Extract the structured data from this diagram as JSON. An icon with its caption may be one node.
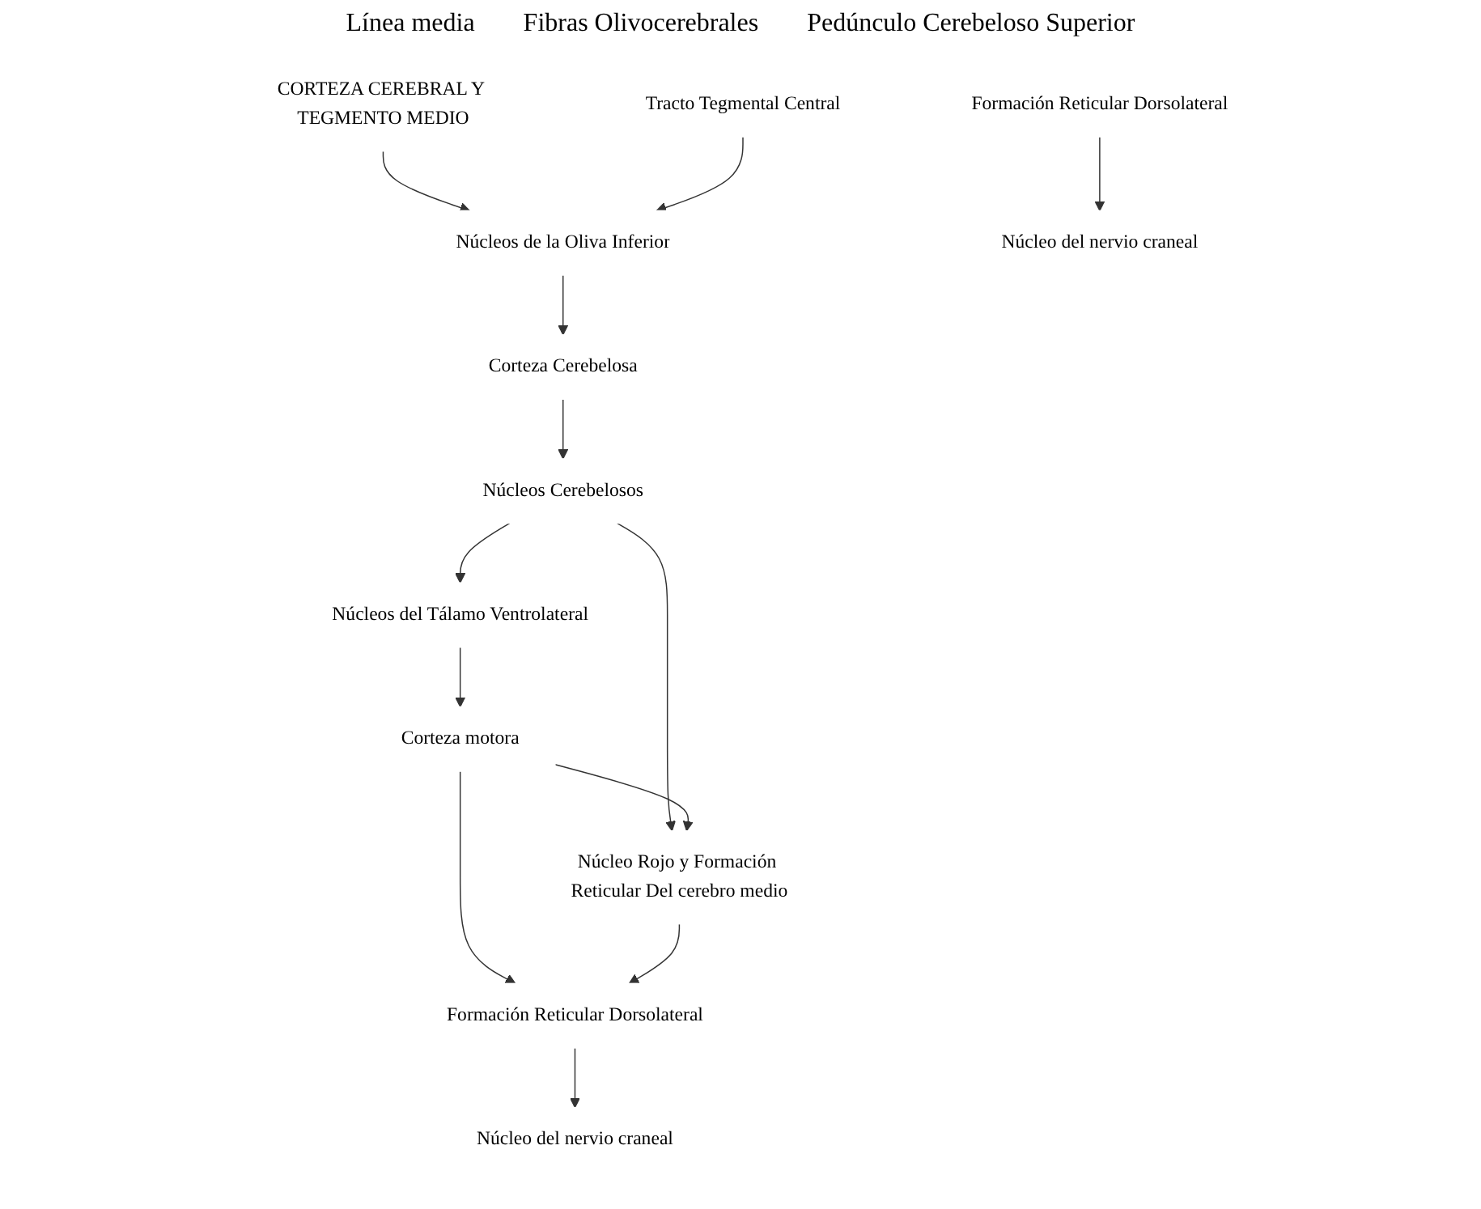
{
  "diagram": {
    "nodes": [
      {
        "text": [
          "CORTEZA CEREBRAL Y TEGMENTO MEDIO"
        ]
      },
      {
        "text": [
          "Corteza Cerebelosa"
        ]
      },
      {
        "text": [
          "Núcleos de la Oliva Inferior"
        ]
      },
      {
        "text": [
          "Tracto Tegmental Central"
        ]
      },
      {
        "text": [
          "Núcleos del Tálamo Ventrolateral"
        ]
      },
      {
        "text": [
          "Núcleos Cerebelosos"
        ]
      },
      {
        "text": [
          "Núcleo Rojo y Formación Reticular Del cerebro medio"
        ]
      },
      {
        "text": [
          "Corteza motora"
        ]
      },
      {
        "text": [
          "Formación Reticular Dorsolateral"
        ]
      },
      {
        "text": [
          "Formación Reticular Dorsolateral"
        ]
      },
      {
        "text": [
          "Núcleo del nervio craneal"
        ]
      },
      {
        "text": [
          "Núcleo del nervio craneal"
        ]
      }
    ],
    "edges": [
      {
        "from": 0,
        "to": 2,
        "arrow": "to"
      },
      {
        "from": 3,
        "to": 2,
        "arrow": "to"
      },
      {
        "from": 2,
        "to": 1,
        "arrow": "to"
      },
      {
        "from": 1,
        "to": 5,
        "arrow": "to"
      },
      {
        "from": 5,
        "to": 4,
        "arrow": "to"
      },
      {
        "from": 5,
        "to": 6,
        "arrow": "to"
      },
      {
        "from": 4,
        "to": 7,
        "arrow": "to"
      },
      {
        "from": 7,
        "to": 6,
        "arrow": "to"
      },
      {
        "from": 7,
        "to": 8,
        "arrow": "to"
      },
      {
        "from": 6,
        "to": 8,
        "arrow": "to"
      },
      {
        "from": 8,
        "to": 10,
        "arrow": "to"
      },
      {
        "from": 9,
        "to": 11,
        "arrow": "to"
      }
    ],
    "labels": [
      "Línea media",
      "Fibras Olivocerebrales",
      "Pedúnculo Cerebeloso Superior"
    ]
  }
}
